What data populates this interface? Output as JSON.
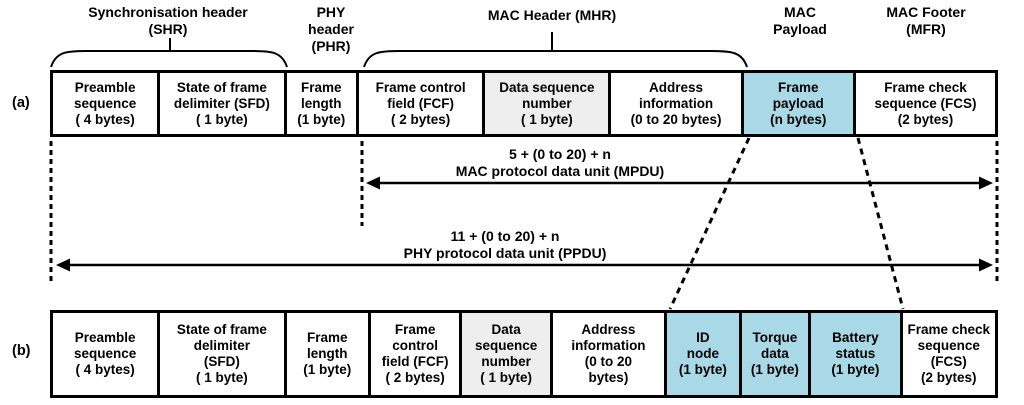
{
  "colors": {
    "highlight_blue": "#a9d9e6",
    "highlight_gray": "#eeeeee",
    "line": "#000000",
    "background": "#ffffff"
  },
  "header_labels": {
    "shr": "Synchronisation header\n(SHR)",
    "phr": "PHY\nheader\n(PHR)",
    "mhr": "MAC Header (MHR)",
    "mac_payload": "MAC\nPayload",
    "mfr": "MAC Footer\n(MFR)"
  },
  "row_labels": {
    "a": "(a)",
    "b": "(b)"
  },
  "spans": {
    "mpdu": "5 + (0 to 20) + n\nMAC protocol data unit (MPDU)",
    "ppdu": "11 + (0 to 20) + n\nPHY protocol data unit (PPDU)"
  },
  "rows": {
    "row_a": {
      "cells": [
        {
          "name": "preamble-sequence",
          "text": "Preamble\nsequence\n( 4 bytes)",
          "width": 108,
          "bg": "white"
        },
        {
          "name": "sfd",
          "text": "State of frame\ndelimiter (SFD)\n( 1 byte)",
          "width": 127,
          "bg": "white"
        },
        {
          "name": "frame-length",
          "text": "Frame\nlength\n(1 byte)",
          "width": 73,
          "bg": "white"
        },
        {
          "name": "fcf",
          "text": "Frame control\nfield (FCF)\n( 2 bytes)",
          "width": 127,
          "bg": "white"
        },
        {
          "name": "data-sequence-number",
          "text": "Data sequence\nnumber\n( 1 byte)",
          "width": 127,
          "bg": "gray"
        },
        {
          "name": "address-information",
          "text": "Address\ninformation\n(0 to 20 bytes)",
          "width": 133,
          "bg": "white"
        },
        {
          "name": "frame-payload",
          "text": "Frame\npayload\n(n bytes)",
          "width": 113,
          "bg": "blue"
        },
        {
          "name": "fcs",
          "text": "Frame check\nsequence (FCS)\n(2 bytes)",
          "width": 140,
          "bg": "white"
        }
      ]
    },
    "row_b": {
      "cells": [
        {
          "name": "preamble-sequence",
          "text": "Preamble\nsequence\n( 4 bytes)",
          "width": 108,
          "bg": "white"
        },
        {
          "name": "sfd",
          "text": "State of frame\ndelimiter\n(SFD)\n( 1 byte)",
          "width": 127,
          "bg": "white"
        },
        {
          "name": "frame-length",
          "text": "Frame\nlength\n(1 byte)",
          "width": 85,
          "bg": "white"
        },
        {
          "name": "fcf",
          "text": "Frame\ncontrol\nfield (FCF)\n( 2 bytes)",
          "width": 92,
          "bg": "white"
        },
        {
          "name": "data-sequence-number",
          "text": "Data\nsequence\nnumber\n( 1 byte)",
          "width": 91,
          "bg": "gray"
        },
        {
          "name": "address-information",
          "text": "Address\ninformation\n(0 to 20\nbytes)",
          "width": 115,
          "bg": "white"
        },
        {
          "name": "id-node",
          "text": "ID\nnode\n(1 byte)",
          "width": 75,
          "bg": "blue"
        },
        {
          "name": "torque-data",
          "text": "Torque\ndata\n(1 byte)",
          "width": 70,
          "bg": "blue"
        },
        {
          "name": "battery-status",
          "text": "Battery\nstatus\n(1 byte)",
          "width": 92,
          "bg": "blue"
        },
        {
          "name": "fcs",
          "text": "Frame check\nsequence\n(FCS)\n(2 bytes)",
          "width": 93,
          "bg": "white"
        }
      ]
    }
  }
}
